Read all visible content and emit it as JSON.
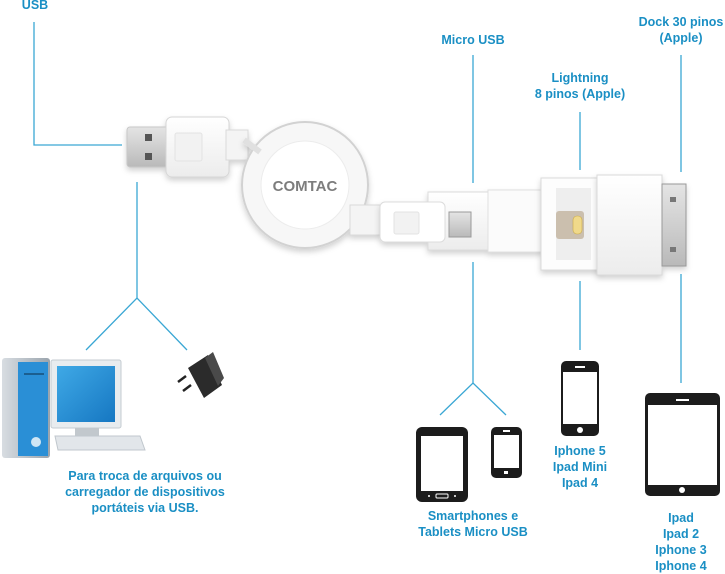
{
  "colors": {
    "accent": "#1a8fc4",
    "line": "#3aa7d4",
    "device": "#1c1c1c",
    "connector_body": "#f7f7f7",
    "metal": "#bfbfbf"
  },
  "brand": {
    "logo_text": "COMTAC"
  },
  "connectors": {
    "usb": {
      "label": "USB"
    },
    "micro_usb": {
      "label": "Micro USB"
    },
    "lightning": {
      "label": "Lightning\n8 pinos (Apple)"
    },
    "dock30": {
      "label": "Dock 30 pinos\n(Apple)"
    }
  },
  "targets": {
    "usb": {
      "caption": "Para troca de arquivos ou\ncarregador de dispositivos\nportáteis via USB.",
      "icons": [
        "desktop-computer-icon",
        "wall-charger-icon"
      ]
    },
    "micro_usb": {
      "caption": "Smartphones e\nTablets Micro USB",
      "icons": [
        "android-tablet-icon",
        "android-phone-icon"
      ]
    },
    "lightning": {
      "caption": "Iphone 5\nIpad Mini\nIpad 4",
      "icons": [
        "iphone-icon"
      ]
    },
    "dock30": {
      "caption": "Ipad\nIpad 2\nIphone 3\nIphone 4",
      "icons": [
        "ipad-icon"
      ]
    }
  }
}
